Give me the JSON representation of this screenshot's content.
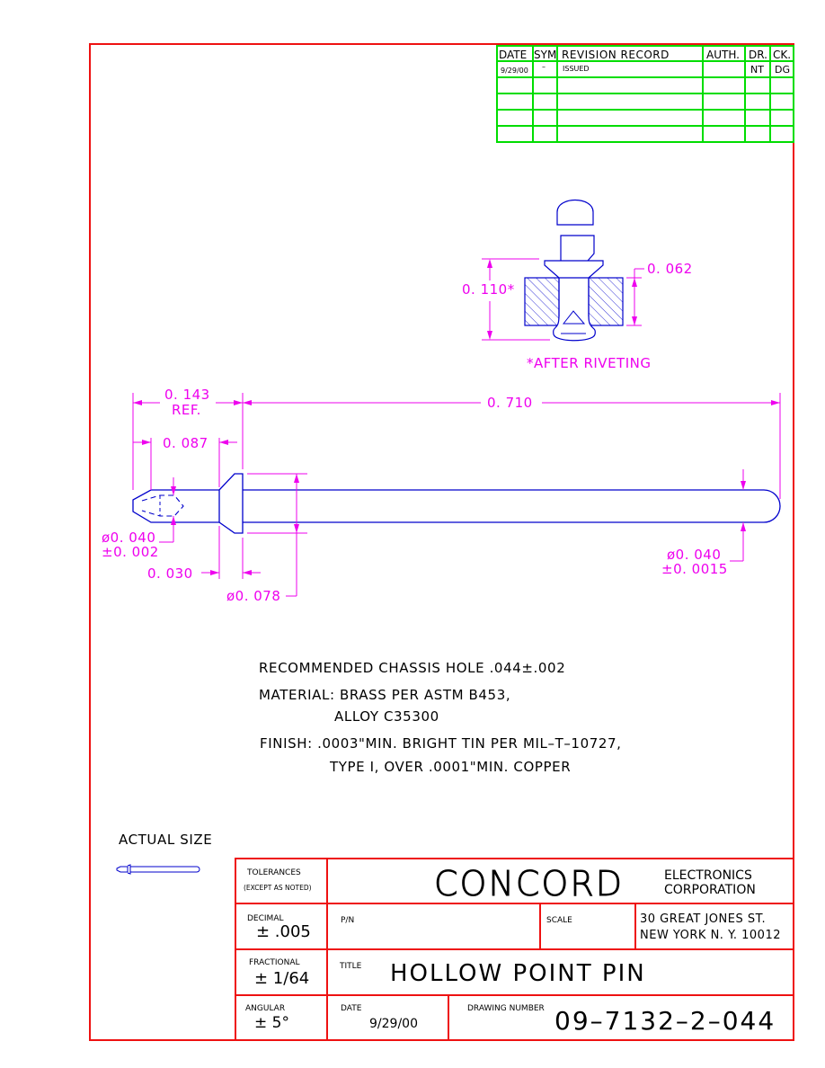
{
  "revision_table": {
    "headers": {
      "date": "DATE",
      "sym": "SYM",
      "record": "REVISION RECORD",
      "auth": "AUTH.",
      "dr": "DR.",
      "ck": "CK."
    },
    "rows": [
      {
        "date": "9/29/00",
        "sym": "–",
        "record": "ISSUED",
        "auth": "",
        "dr": "NT",
        "ck": "DG"
      }
    ]
  },
  "detail_view": {
    "height_dim": "0. 110*",
    "thickness_dim": "0. 062",
    "note": "*AFTER RIVETING"
  },
  "dimensions": {
    "ref_length": "0. 143",
    "ref_label": "REF.",
    "overall_length": "0. 710",
    "tip_length": "0. 087",
    "tip_dia": "ø0. 040",
    "tip_dia_tol": "±0. 002",
    "head_thickness": "0. 030",
    "head_dia": "ø0. 078",
    "shank_dia": "ø0. 040",
    "shank_dia_tol": "±0. 0015"
  },
  "notes": {
    "chassis_hole": "RECOMMENDED CHASSIS HOLE .044±.002",
    "material_1": "MATERIAL: BRASS PER ASTM B453,",
    "material_2": "ALLOY C35300",
    "finish_1": "FINISH: .0003\"MIN. BRIGHT TIN PER MIL–T–10727,",
    "finish_2": "TYPE I, OVER .0001\"MIN. COPPER"
  },
  "actual_size_label": "ACTUAL SIZE",
  "title_block": {
    "tolerances_label": "TOLERANCES",
    "tolerances_sub": "(EXCEPT AS NOTED)",
    "company": "CONCORD",
    "company_sub_1": "ELECTRONICS",
    "company_sub_2": "CORPORATION",
    "decimal_label": "DECIMAL",
    "decimal_value": "± .005",
    "pn_label": "P/N",
    "scale_label": "SCALE",
    "address_1": "30 GREAT JONES ST.",
    "address_2": "NEW YORK N. Y.  10012",
    "fractional_label": "FRACTIONAL",
    "fractional_value": "± 1/64",
    "title_label": "TITLE",
    "title_value": "HOLLOW POINT PIN",
    "angular_label": "ANGULAR",
    "angular_value": "±   5°",
    "date_label": "DATE",
    "date_value": "9/29/00",
    "drawing_number_label": "DRAWING NUMBER",
    "drawing_number": "09–7132–2–044"
  },
  "colors": {
    "border": "#ee1111",
    "grid": "#00dd00",
    "dimension": "#ee00ee",
    "part": "#0000cc"
  }
}
